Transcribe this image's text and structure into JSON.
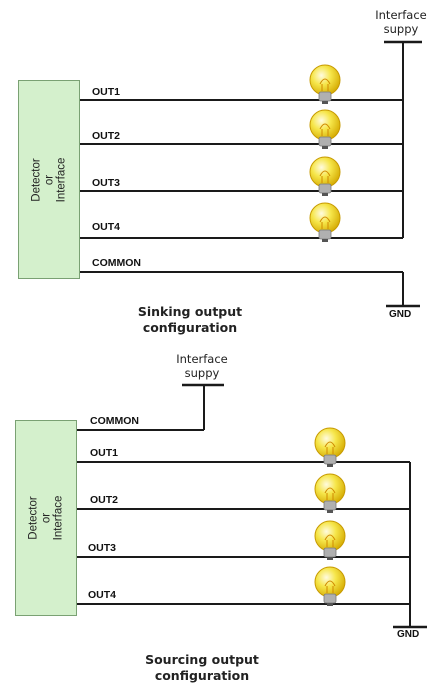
{
  "sinking": {
    "supply_label": "Interface\nsuppy",
    "box_label": "Detector\nor\nInterface",
    "outputs": [
      "OUT1",
      "OUT2",
      "OUT3",
      "OUT4"
    ],
    "common_label": "COMMON",
    "gnd_label": "GND",
    "caption": "Sinking output\nconfiguration"
  },
  "sourcing": {
    "supply_label": "Interface\nsuppy",
    "box_label": "Detector\nor\nInterface",
    "common_label": "COMMON",
    "outputs": [
      "OUT1",
      "OUT2",
      "OUT3",
      "OUT4"
    ],
    "gnd_label": "GND",
    "caption": "Sourcing output\nconfiguration"
  },
  "colors": {
    "box_fill": "#d4f0cc",
    "box_border": "#7aa173",
    "wire": "#1a1a1a",
    "bulb": "#f3dc1c",
    "bulb_highlight": "#fffbe0",
    "bulb_base": "#b0b0b0"
  }
}
